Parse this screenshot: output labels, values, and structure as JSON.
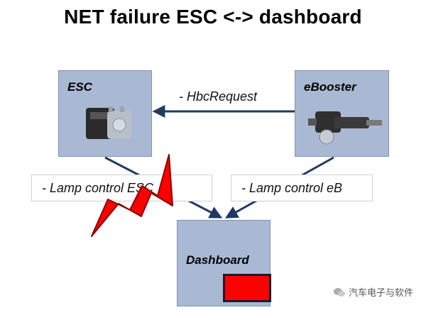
{
  "title": "NET failure ESC <-> dashboard",
  "nodes": {
    "esc": "ESC",
    "ebooster": "eBooster",
    "dashboard": "Dashboard"
  },
  "labels": {
    "hbc_request": "- HbcRequest",
    "lamp_esc": "- Lamp control ESC",
    "lamp_eb": "- Lamp control eB"
  },
  "watermark": "汽车电子与软件",
  "colors": {
    "box_fill": "#a9b9d3",
    "arrow": "#1f3a63",
    "failure": "#ff0000",
    "lamp": "#ff0000"
  }
}
